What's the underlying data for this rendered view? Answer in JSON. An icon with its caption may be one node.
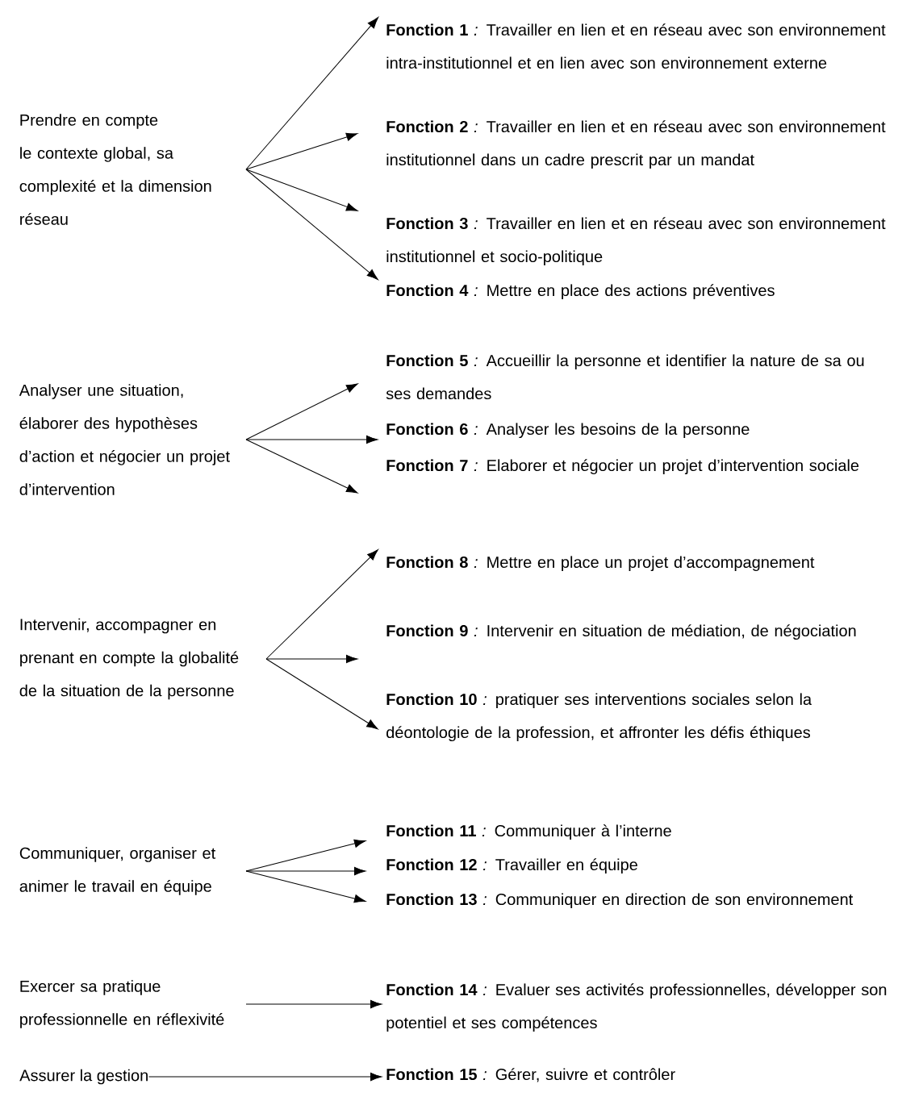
{
  "diagram": {
    "nodes": [
      {
        "text": [
          "Prendre en compte le contexte global, sa complexité et la dimension réseau"
        ]
      },
      {
        "text": [
          "Analyser une situation, élaborer des hypothèses d’action et négocier un projet d’intervention"
        ]
      },
      {
        "text": [
          "Intervenir, accompagner en prenant en compte la globalité de la situation de la personne"
        ]
      },
      {
        "text": [
          "Communiquer, organiser et animer le travail en équipe"
        ]
      },
      {
        "text": [
          "Exercer sa pratique professionnelle en réflexivité"
        ]
      },
      {
        "text": [
          "Assurer la gestion"
        ]
      },
      {
        "text": [
          "**Fonction 1** *:* Travailler en lien et en réseau avec son environnement intra-institutionnel et en lien avec son environnement externe"
        ]
      },
      {
        "text": [
          "**Fonction 2** *:* Travailler en lien et en réseau avec son environnement institutionnel dans un cadre prescrit par un mandat"
        ]
      },
      {
        "text": [
          "**Fonction 3** *:* Travailler en lien et en réseau avec son environnement institutionnel et socio-politique"
        ]
      },
      {
        "text": [
          "**Fonction 4** *:* Mettre en place des actions préventives"
        ]
      },
      {
        "text": [
          "**Fonction 5** *:* Accueillir la personne et identifier la nature de sa ou ses demandes"
        ]
      },
      {
        "text": [
          "**Fonction 6** *:* Analyser les besoins de la personne"
        ]
      },
      {
        "text": [
          "**Fonction 7** *:* Elaborer et négocier un projet d’intervention sociale"
        ]
      },
      {
        "text": [
          "**Fonction 8** *:* Mettre en place un projet d’accompagnement"
        ]
      },
      {
        "text": [
          "**Fonction 9** *:* Intervenir en situation de médiation, de négociation"
        ]
      },
      {
        "text": [
          "**Fonction 10** *:* pratiquer ses interventions sociales selon la déontologie de la profession, et affronter les défis éthiques"
        ]
      },
      {
        "text": [
          "**Fonction 11** *:* Communiquer à l’interne"
        ]
      },
      {
        "text": [
          "**Fonction 12** *:* Travailler en équipe"
        ]
      },
      {
        "text": [
          "**Fonction 13** *:* Communiquer en direction de son environnement"
        ]
      },
      {
        "text": [
          "**Fonction 14** *:* Evaluer ses activités professionnelles, développer son potentiel et ses compétences"
        ]
      },
      {
        "text": [
          "**Fonction 15** *:* Gérer, suivre et contrôler"
        ]
      }
    ],
    "edges": [
      {
        "from": 0,
        "to": 6,
        "arrow": "to"
      },
      {
        "from": 0,
        "to": 7,
        "arrow": "to"
      },
      {
        "from": 0,
        "to": 8,
        "arrow": "to"
      },
      {
        "from": 0,
        "to": 9,
        "arrow": "to"
      },
      {
        "from": 1,
        "to": 10,
        "arrow": "to"
      },
      {
        "from": 1,
        "to": 11,
        "arrow": "to"
      },
      {
        "from": 1,
        "to": 12,
        "arrow": "to"
      },
      {
        "from": 2,
        "to": 13,
        "arrow": "to"
      },
      {
        "from": 2,
        "to": 14,
        "arrow": "to"
      },
      {
        "from": 2,
        "to": 15,
        "arrow": "to"
      },
      {
        "from": 3,
        "to": 16,
        "arrow": "to"
      },
      {
        "from": 3,
        "to": 17,
        "arrow": "to"
      },
      {
        "from": 3,
        "to": 18,
        "arrow": "to"
      },
      {
        "from": 4,
        "to": 19,
        "arrow": "to"
      },
      {
        "from": 5,
        "to": 20,
        "arrow": "to"
      }
    ]
  }
}
